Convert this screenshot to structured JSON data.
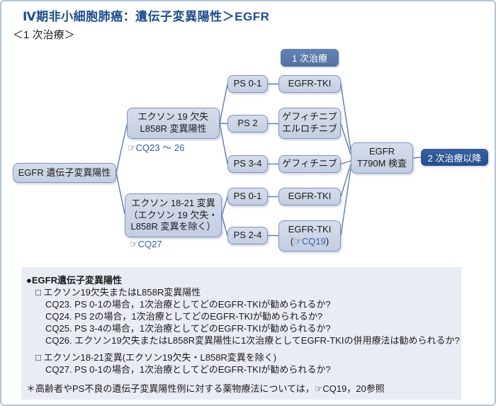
{
  "header": {
    "title": "Ⅳ期非小細胞肺癌：遺伝子変異陽性＞EGFR",
    "subtitle": "＜1 次治療＞"
  },
  "flow": {
    "root_label": "EGFR 遺伝子変異陽性",
    "phase1_badge": "1 次治療",
    "phase2_badge": "2 次治療以降",
    "exon19_line1": "エクソン 19 欠失",
    "exon19_line2": "L858R 変異陽性",
    "exon19_cq_icon": "☞",
    "exon19_cq": "CQ23 ～ 26",
    "exon1821_line1": "エクソン 18-21 変異",
    "exon1821_line2": "（エクソン 19 欠失・",
    "exon1821_line3": "L858R 変異を除く）",
    "exon1821_cq_icon": "☞",
    "exon1821_cq": "CQ27",
    "ps_top1": "PS 0-1",
    "ps_top2": "PS 2",
    "ps_top3": "PS 3-4",
    "ps_bot1": "PS 0-1",
    "ps_bot2": "PS 2-4",
    "tx_top1": "EGFR-TKI",
    "tx_top2_line1": "ゲフィチニブ",
    "tx_top2_line2": "エルロチニブ",
    "tx_top3": "ゲフィチニブ",
    "tx_bot1": "EGFR-TKI",
    "tx_bot2_line1": "EGFR-TKI",
    "tx_bot2_open": "(",
    "tx_bot2_icon": "☞",
    "tx_bot2_cq": "CQ19",
    "tx_bot2_close": ")",
    "t790m_line1": "EGFR",
    "t790m_line2": "T790M 検査"
  },
  "notes": {
    "heading": "●EGFR遺伝子変異陽性",
    "group1": "□ エクソン19欠失またはL858R変異陽性",
    "cq23": "CQ23. PS 0-1の場合，1次治療としてどのEGFR-TKIが勧められるか?",
    "cq24": "CQ24. PS 2の場合，1次治療としてどのEGFR-TKIが勧められるか?",
    "cq25": "CQ25. PS 3-4の場合，1次治療としてどのEGFR-TKIが勧められるか?",
    "cq26": "CQ26. エクソン19欠失またはL858R変異陽性に1次治療としてEGFR-TKIの併用療法は勧められるか?",
    "group2": "□ エクソン18-21変異(エクソン19欠失・L858R変異を除く)",
    "cq27": "CQ27. PS 0-1の場合，1次治療としてどのEGFR-TKIが勧められるか?",
    "footnote": "＊高齢者やPS不良の遺伝子変異陽性例に対する薬物療法については，☞CQ19，20参照"
  },
  "colors": {
    "title_blue": "#1d4d92",
    "node_fill": "#c9d3e5",
    "node_border": "#7c95c2",
    "connector": "#5d7db2",
    "phase1_badge_bg": "#5a78ae",
    "phase2_badge_bg": "#2b5596",
    "cq_link": "#2f62ae",
    "notes_bg": "#e9ecf4"
  }
}
